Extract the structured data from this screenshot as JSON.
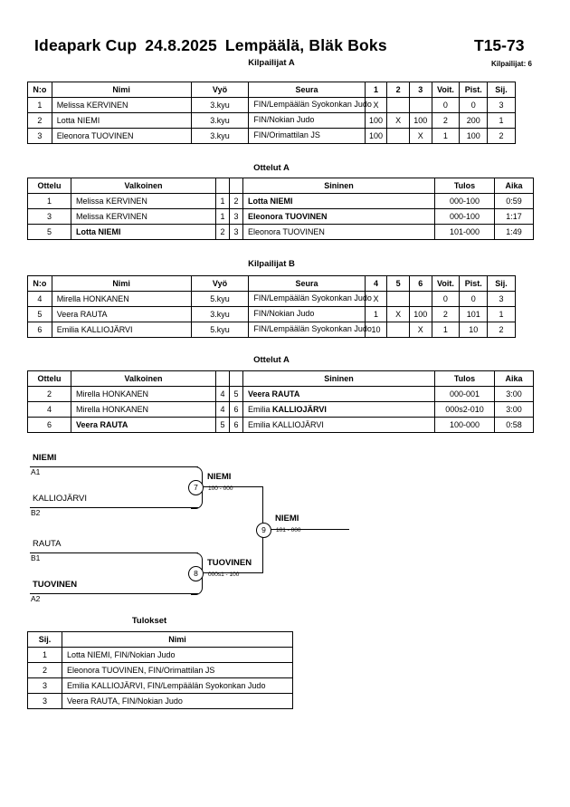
{
  "header": {
    "event": "Ideapark Cup",
    "date": "24.8.2025",
    "venue": "Lempäälä, Bläk Boks",
    "category": "T15-73",
    "competitors_label": "Kilpailijat: 6"
  },
  "pool_a": {
    "heading": "Kilpailijat A",
    "columns": [
      "N:o",
      "Nimi",
      "Vyö",
      "Seura",
      "1",
      "2",
      "3",
      "Voit.",
      "Pist.",
      "Sij."
    ],
    "rows": [
      {
        "no": "1",
        "name": "Melissa KERVINEN",
        "belt": "3.kyu",
        "club": "FIN/Lempäälän Syokonkan Judo",
        "m1": "X",
        "m2": "",
        "m3": "",
        "wins": "0",
        "points": "0",
        "rank": "3"
      },
      {
        "no": "2",
        "name": "Lotta NIEMI",
        "belt": "3.kyu",
        "club": "FIN/Nokian Judo",
        "m1": "100",
        "m2": "X",
        "m3": "100",
        "wins": "2",
        "points": "200",
        "rank": "1"
      },
      {
        "no": "3",
        "name": "Eleonora TUOVINEN",
        "belt": "3.kyu",
        "club": "FIN/Orimattilan JS",
        "m1": "100",
        "m2": "",
        "m3": "X",
        "wins": "1",
        "points": "100",
        "rank": "2"
      }
    ]
  },
  "bouts_a": {
    "heading": "Ottelut A",
    "columns": [
      "Ottelu",
      "Valkoinen",
      "",
      "",
      "Sininen",
      "Tulos",
      "Aika"
    ],
    "rows": [
      {
        "bout": "1",
        "white": "Melissa KERVINEN",
        "white_bold": false,
        "wn": "1",
        "bn": "2",
        "blue": "Lotta NIEMI",
        "blue_bold": true,
        "result": "000-100",
        "time": "0:59"
      },
      {
        "bout": "3",
        "white": "Melissa KERVINEN",
        "white_bold": false,
        "wn": "1",
        "bn": "3",
        "blue": "Eleonora TUOVINEN",
        "blue_bold": true,
        "result": "000-100",
        "time": "1:17"
      },
      {
        "bout": "5",
        "white": "Lotta NIEMI",
        "white_bold": true,
        "wn": "2",
        "bn": "3",
        "blue": "Eleonora TUOVINEN",
        "blue_bold": false,
        "result": "101-000",
        "time": "1:49"
      }
    ]
  },
  "pool_b": {
    "heading": "Kilpailijat B",
    "columns": [
      "N:o",
      "Nimi",
      "Vyö",
      "Seura",
      "4",
      "5",
      "6",
      "Voit.",
      "Pist.",
      "Sij."
    ],
    "rows": [
      {
        "no": "4",
        "name": "Mirella HONKANEN",
        "belt": "5.kyu",
        "club": "FIN/Lempäälän Syokonkan Judo",
        "m1": "X",
        "m2": "",
        "m3": "",
        "wins": "0",
        "points": "0",
        "rank": "3"
      },
      {
        "no": "5",
        "name": "Veera RAUTA",
        "belt": "3.kyu",
        "club": "FIN/Nokian Judo",
        "m1": "1",
        "m2": "X",
        "m3": "100",
        "wins": "2",
        "points": "101",
        "rank": "1"
      },
      {
        "no": "6",
        "name": "Emilia KALLIOJÄRVI",
        "belt": "5.kyu",
        "club": "FIN/Lempäälän Syokonkan Judo",
        "m1": "10",
        "m2": "",
        "m3": "X",
        "wins": "1",
        "points": "10",
        "rank": "2"
      }
    ]
  },
  "bouts_b": {
    "heading": "Ottelut A",
    "columns": [
      "Ottelu",
      "Valkoinen",
      "",
      "",
      "Sininen",
      "Tulos",
      "Aika"
    ],
    "rows": [
      {
        "bout": "2",
        "white": "Mirella HONKANEN",
        "white_bold": false,
        "wn": "4",
        "bn": "5",
        "blue": "Veera RAUTA",
        "blue_bold": true,
        "result": "000-001",
        "time": "3:00"
      },
      {
        "bout": "4",
        "white": "Mirella HONKANEN",
        "white_bold": false,
        "wn": "4",
        "bn": "6",
        "blue_prefix": "Emilia ",
        "blue": "KALLIOJÄRVI",
        "blue_bold": true,
        "result": "000s2-010",
        "time": "3:00"
      },
      {
        "bout": "6",
        "white": "Veera RAUTA",
        "white_bold": true,
        "wn": "5",
        "bn": "6",
        "blue": "Emilia KALLIOJÄRVI",
        "blue_bold": false,
        "result": "100-000",
        "time": "0:58"
      }
    ]
  },
  "bracket": {
    "seeds": [
      {
        "name": "NIEMI",
        "bold": true,
        "code": "A1"
      },
      {
        "name": "KALLIOJÄRVI",
        "bold": false,
        "code": "B2"
      },
      {
        "name": "RAUTA",
        "bold": false,
        "code": "B1"
      },
      {
        "name": "TUOVINEN",
        "bold": true,
        "code": "A2"
      }
    ],
    "semifinals": [
      {
        "node": "7",
        "winner": "NIEMI",
        "score": "100 - 000"
      },
      {
        "node": "8",
        "winner": "TUOVINEN",
        "score": "000s1 - 100"
      }
    ],
    "final": {
      "node": "9",
      "winner": "NIEMI",
      "score": "101 - 000"
    }
  },
  "results": {
    "heading": "Tulokset",
    "columns": [
      "Sij.",
      "Nimi"
    ],
    "rows": [
      {
        "rank": "1",
        "name": "Lotta NIEMI, FIN/Nokian Judo"
      },
      {
        "rank": "2",
        "name": "Eleonora TUOVINEN, FIN/Orimattilan JS"
      },
      {
        "rank": "3",
        "name": "Emilia KALLIOJÄRVI, FIN/Lempäälän Syokonkan Judo"
      },
      {
        "rank": "3",
        "name": "Veera RAUTA, FIN/Nokian Judo"
      }
    ]
  }
}
